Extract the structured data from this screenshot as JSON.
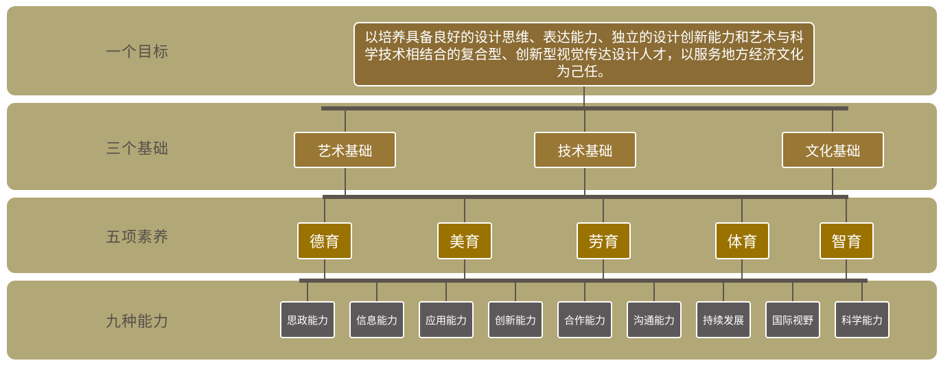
{
  "rows": {
    "goal_label": "一个目标",
    "base_label": "三个基础",
    "quality_label": "五项素养",
    "ability_label": "九种能力"
  },
  "goal": {
    "text": "以培养具备良好的设计思维、表达能力、独立的设计创新能力和艺术与科学技术相结合的复合型、创新型视觉传达设计人才，以服务地方经济文化为己任。"
  },
  "bases": [
    "艺术基础",
    "技术基础",
    "文化基础"
  ],
  "qualities": [
    "德育",
    "美育",
    "劳育",
    "体育",
    "智育"
  ],
  "abilities": [
    "思政能力",
    "信息能力",
    "应用能力",
    "创新能力",
    "合作能力",
    "沟通能力",
    "持续发展",
    "国际视野",
    "科学能力"
  ],
  "colors": {
    "band": "#b2a776",
    "goal_box": "#8a6c34",
    "base_box": "#997734",
    "quality_box": "#9a7200",
    "ability_box": "#5d585a",
    "connector": "#5c554d"
  }
}
